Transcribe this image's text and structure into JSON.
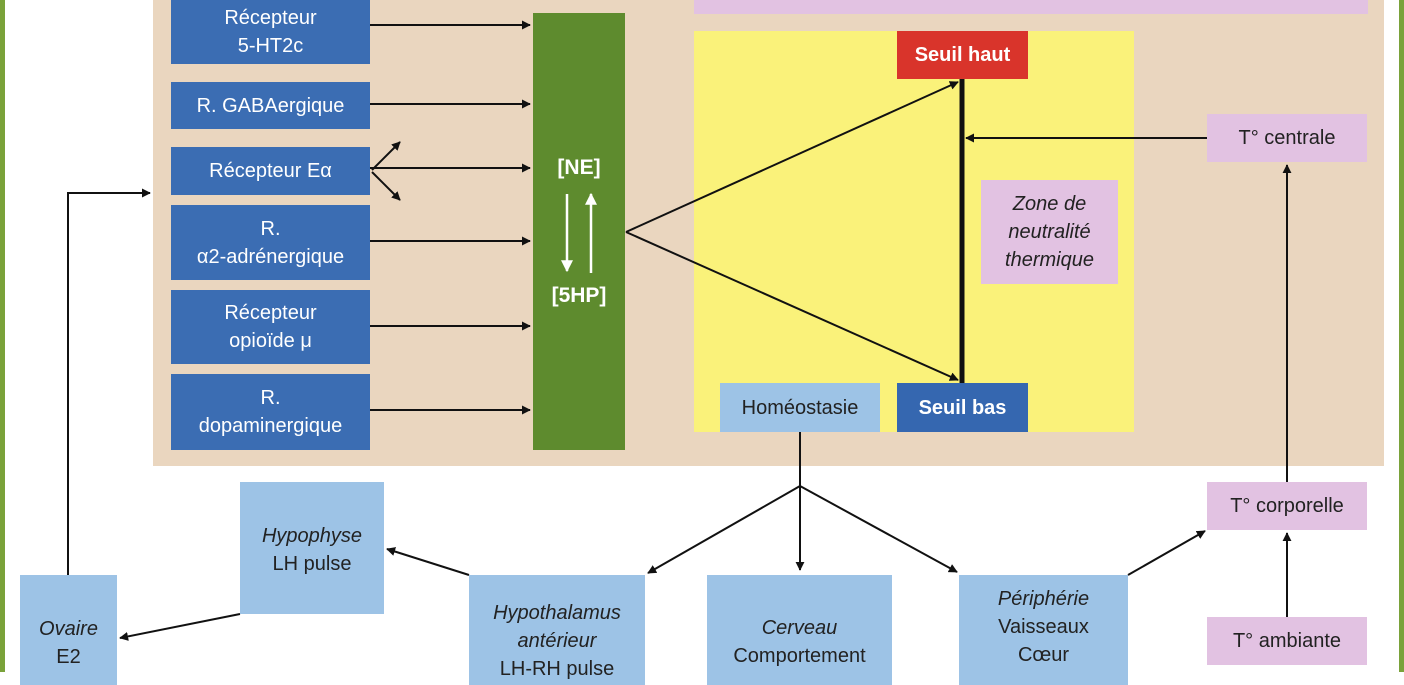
{
  "receptors": {
    "r1_line1": "Récepteur",
    "r1_line2": "5-HT2c",
    "r2": "R. GABAergique",
    "r3": "Récepteur Eα",
    "r4_line1": "R.",
    "r4_line2": "α2-adrénergique",
    "r5_line1": "Récepteur",
    "r5_line2": "opioïde μ",
    "r6_line1": "R.",
    "r6_line2": "dopaminergique"
  },
  "neuro": {
    "ne": "[NE]",
    "fivehp": "[5HP]"
  },
  "thermo": {
    "seuil_haut": "Seuil haut",
    "seuil_bas": "Seuil bas",
    "zone_line1": "Zone de",
    "zone_line2": "neutralité",
    "zone_line3": "thermique",
    "homeostasie": "Homéostasie"
  },
  "temps": {
    "centrale": "T° centrale",
    "corporelle": "T° corporelle",
    "ambiante": "T° ambiante"
  },
  "organs": {
    "hypophyse_line1": "Hypophyse",
    "hypophyse_line2": "LH pulse",
    "ovaire_line1": "Ovaire",
    "ovaire_line2": "E2",
    "hypothalamus_line1": "Hypothalamus",
    "hypothalamus_line2": "antérieur",
    "hypothalamus_line3": "LH-RH pulse",
    "cerveau_line1": "Cerveau",
    "cerveau_line2": "Comportement",
    "peripherie_line1": "Périphérie",
    "peripherie_line2": "Vaisseaux",
    "peripherie_line3": "Cœur"
  },
  "colors": {
    "frame": "#7aa23a",
    "tan": "#ead6bf",
    "yellow": "#faf27a",
    "green": "#5e8b2e",
    "blue": "#3b6db3",
    "light_blue": "#9dc3e6",
    "pink": "#e2c2e2",
    "red": "#d9342b"
  }
}
